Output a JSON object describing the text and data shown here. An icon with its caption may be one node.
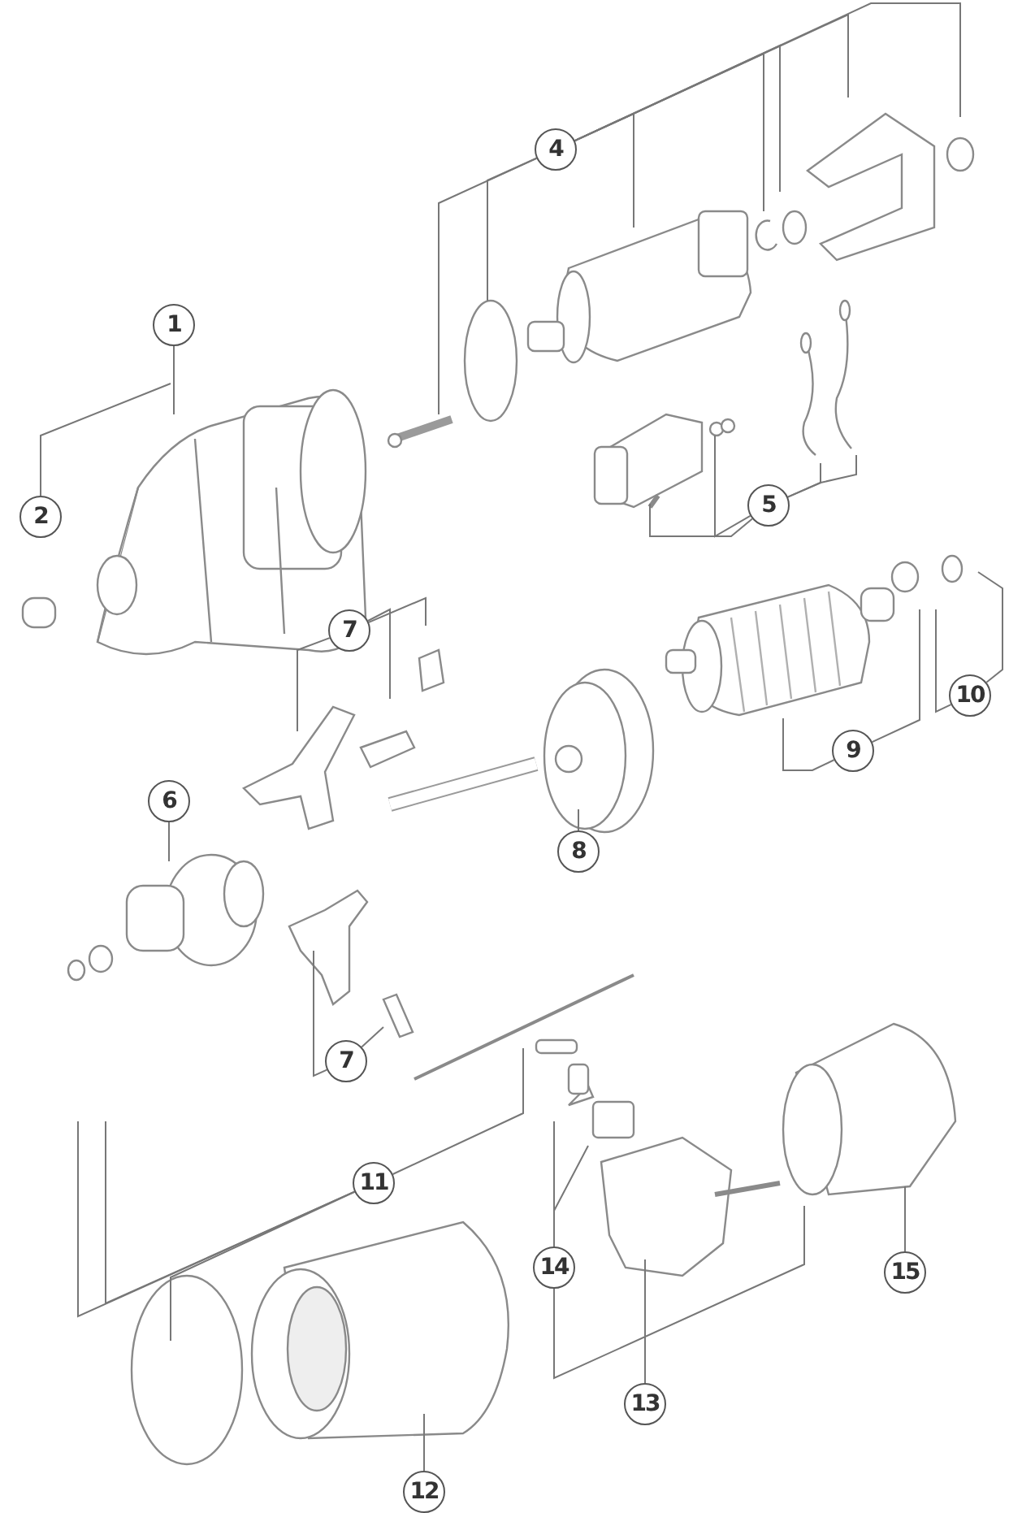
{
  "diagram": {
    "nodes": [
      {
        "text": [
          "1"
        ]
      },
      {
        "text": [
          "2"
        ]
      },
      {
        "text": [
          "4"
        ]
      },
      {
        "text": [
          "5"
        ]
      },
      {
        "text": [
          "7"
        ]
      },
      {
        "text": [
          "6"
        ]
      },
      {
        "text": [
          "8"
        ]
      },
      {
        "text": [
          "9"
        ]
      },
      {
        "text": [
          "10"
        ]
      },
      {
        "text": [
          "7"
        ]
      },
      {
        "text": [
          "11"
        ]
      },
      {
        "text": [
          "14"
        ]
      },
      {
        "text": [
          "15"
        ]
      },
      {
        "text": [
          "13"
        ]
      },
      {
        "text": [
          "12"
        ]
      }
    ],
    "edges": [
      {
        "from": 0,
        "to": null,
        "arrow": "none"
      },
      {
        "from": 1,
        "to": null,
        "arrow": "none"
      },
      {
        "from": 2,
        "to": null,
        "arrow": "none"
      },
      {
        "from": 2,
        "to": null,
        "arrow": "none"
      },
      {
        "from": 2,
        "to": null,
        "arrow": "none"
      },
      {
        "from": 2,
        "to": null,
        "arrow": "none"
      },
      {
        "from": 2,
        "to": null,
        "arrow": "none"
      },
      {
        "from": 2,
        "to": null,
        "arrow": "none"
      },
      {
        "from": 2,
        "to": null,
        "arrow": "none"
      },
      {
        "from": 3,
        "to": null,
        "arrow": "none"
      },
      {
        "from": 3,
        "to": null,
        "arrow": "none"
      },
      {
        "from": 3,
        "to": null,
        "arrow": "none"
      },
      {
        "from": 3,
        "to": null,
        "arrow": "none"
      },
      {
        "from": 4,
        "to": null,
        "arrow": "none"
      },
      {
        "from": 4,
        "to": null,
        "arrow": "none"
      },
      {
        "from": 4,
        "to": null,
        "arrow": "none"
      },
      {
        "from": 5,
        "to": null,
        "arrow": "none"
      },
      {
        "from": 6,
        "to": null,
        "arrow": "none"
      },
      {
        "from": 7,
        "to": null,
        "arrow": "none"
      },
      {
        "from": 7,
        "to": null,
        "arrow": "none"
      },
      {
        "from": 8,
        "to": null,
        "arrow": "none"
      },
      {
        "from": 8,
        "to": null,
        "arrow": "none"
      },
      {
        "from": 9,
        "to": null,
        "arrow": "none"
      },
      {
        "from": 9,
        "to": null,
        "arrow": "none"
      },
      {
        "from": 10,
        "to": null,
        "arrow": "none"
      },
      {
        "from": 10,
        "to": null,
        "arrow": "none"
      },
      {
        "from": 10,
        "to": null,
        "arrow": "none"
      },
      {
        "from": 10,
        "to": null,
        "arrow": "none"
      },
      {
        "from": 11,
        "to": null,
        "arrow": "none"
      },
      {
        "from": 11,
        "to": null,
        "arrow": "none"
      },
      {
        "from": 11,
        "to": null,
        "arrow": "none"
      },
      {
        "from": 12,
        "to": null,
        "arrow": "none"
      },
      {
        "from": 13,
        "to": null,
        "arrow": "none"
      },
      {
        "from": 14,
        "to": null,
        "arrow": "none"
      }
    ]
  }
}
